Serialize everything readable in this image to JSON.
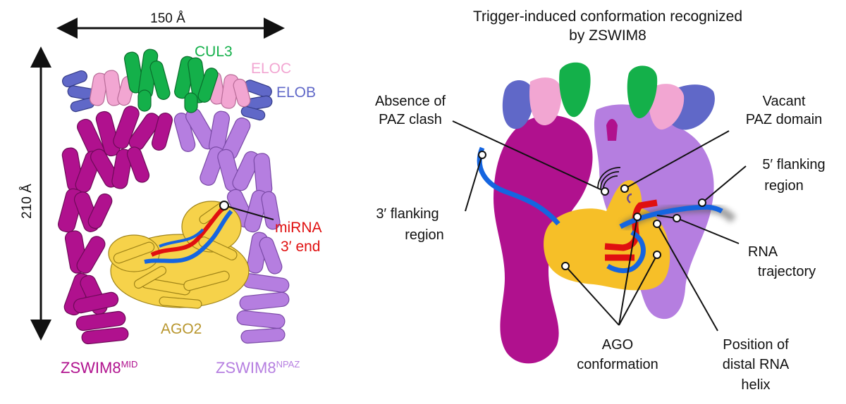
{
  "left_panel": {
    "width_label": "150 Å",
    "height_label": "210 Å",
    "labels": {
      "cul3": "CUL3",
      "eloc": "ELOC",
      "elob": "ELOB",
      "mirna_line1": "miRNA",
      "mirna_line2": "3′ end",
      "ago2": "AGO2",
      "zswim8_mid_base": "ZSWIM8",
      "zswim8_mid_sup": "MID",
      "zswim8_npaz_base": "ZSWIM8",
      "zswim8_npaz_sup": "NPAZ"
    }
  },
  "right_panel": {
    "title_line1": "Trigger-induced conformation recognized",
    "title_line2": "by ZSWIM8",
    "callouts": {
      "paz_clash_1": "Absence of",
      "paz_clash_2": "PAZ clash",
      "vacant_paz_1": "Vacant",
      "vacant_paz_2": "PAZ domain",
      "flank5_1": "5′ flanking",
      "flank5_2": "region",
      "flank3_1": "3′ flanking",
      "flank3_2": "region",
      "rna_traj_1": "RNA",
      "rna_traj_2": "trajectory",
      "ago_conf_1": "AGO",
      "ago_conf_2": "conformation",
      "distal_1": "Position of",
      "distal_2": "distal RNA",
      "distal_3": "helix"
    }
  },
  "colors": {
    "zswim8_mid": "#b0118e",
    "zswim8_npaz": "#b57ee0",
    "cul3": "#14b04a",
    "eloc": "#f2a6d2",
    "elob": "#6068c8",
    "ago2": "#f6bf28",
    "ago2_text": "#b8962e",
    "mirna": "#e01010",
    "target_rna": "#1565e0"
  }
}
